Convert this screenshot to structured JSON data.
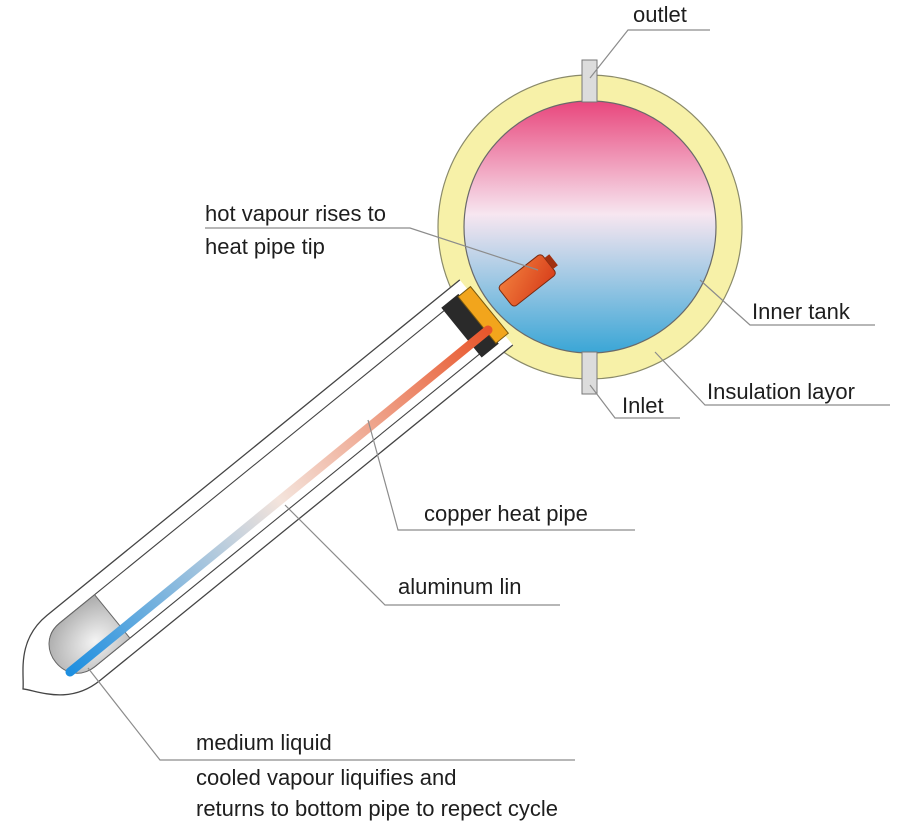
{
  "labels": {
    "outlet": "outlet",
    "hot_vapour_line1": "hot vapour rises to",
    "hot_vapour_line2": "heat pipe tip",
    "inner_tank": "Inner tank",
    "inlet": "Inlet",
    "insulation": "Insulation layor",
    "copper_pipe": "copper heat pipe",
    "aluminum": "aluminum lin",
    "medium_liquid": "medium liquid",
    "cooled_line1": "cooled vapour liquifies and",
    "cooled_line2": "returns to bottom pipe to repect cycle"
  },
  "colors": {
    "insulation_fill": "#f7f1a8",
    "tank_top": "#e8467c",
    "tank_mid": "#f7e6f0",
    "tank_bottom": "#3aa6d6",
    "pipe_hot": "#e8552a",
    "pipe_cold": "#1e8fe0",
    "seal_orange": "#f2a51c",
    "seal_dark": "#2a2a2a"
  }
}
